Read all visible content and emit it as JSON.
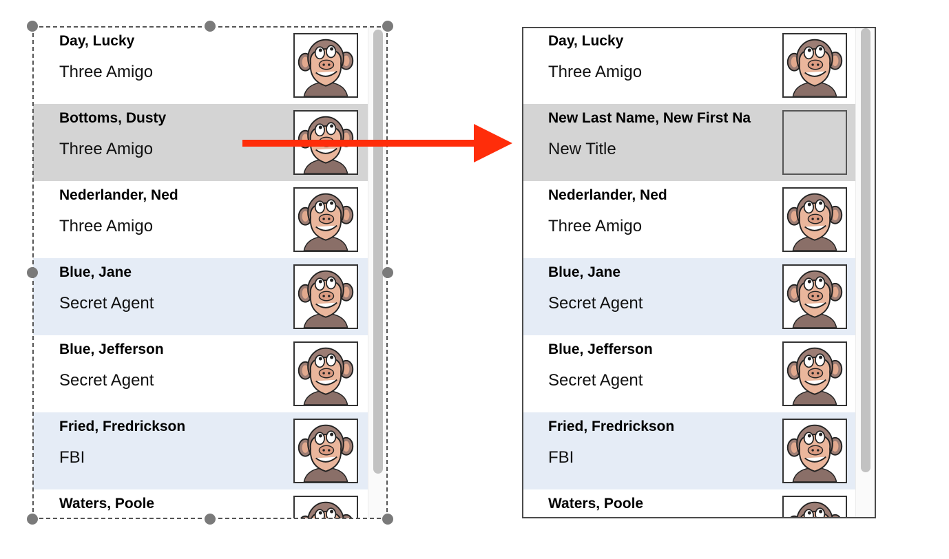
{
  "before_list": {
    "contacts": [
      {
        "name": "Day, Lucky",
        "title": "Three Amigo",
        "row_style": "normal",
        "photo": "monkey-avatar"
      },
      {
        "name": "Bottoms, Dusty",
        "title": "Three Amigo",
        "row_style": "selected",
        "photo": "monkey-avatar"
      },
      {
        "name": "Nederlander, Ned",
        "title": "Three Amigo",
        "row_style": "normal",
        "photo": "monkey-avatar"
      },
      {
        "name": "Blue, Jane",
        "title": "Secret Agent",
        "row_style": "alt",
        "photo": "monkey-avatar"
      },
      {
        "name": "Blue, Jefferson",
        "title": "Secret Agent",
        "row_style": "normal",
        "photo": "monkey-avatar"
      },
      {
        "name": "Fried, Fredrickson",
        "title": "FBI",
        "row_style": "alt",
        "photo": "monkey-avatar"
      },
      {
        "name": "Waters, Poole",
        "title": "",
        "row_style": "normal",
        "photo": "monkey-avatar"
      }
    ]
  },
  "after_list": {
    "contacts": [
      {
        "name": "Day, Lucky",
        "title": "Three Amigo",
        "row_style": "normal",
        "photo": "monkey-avatar"
      },
      {
        "name": "New Last Name, New First Na",
        "title": "New Title",
        "row_style": "selected",
        "photo": "empty"
      },
      {
        "name": "Nederlander, Ned",
        "title": "Three Amigo",
        "row_style": "normal",
        "photo": "monkey-avatar"
      },
      {
        "name": "Blue, Jane",
        "title": "Secret Agent",
        "row_style": "alt",
        "photo": "monkey-avatar"
      },
      {
        "name": "Blue, Jefferson",
        "title": "Secret Agent",
        "row_style": "normal",
        "photo": "monkey-avatar"
      },
      {
        "name": "Fried, Fredrickson",
        "title": "FBI",
        "row_style": "alt",
        "photo": "monkey-avatar"
      },
      {
        "name": "Waters, Poole",
        "title": "",
        "row_style": "normal",
        "photo": "monkey-avatar"
      }
    ]
  },
  "colors": {
    "arrow": "#ff2d0a",
    "selected_row": "#d4d4d4",
    "alt_row": "#e5ecf6",
    "handle": "#7a7a7a",
    "scroll_thumb": "#c2c2c2"
  },
  "icons": {
    "transition": "arrow-right-icon",
    "selection_handle": "resize-handle-icon"
  }
}
